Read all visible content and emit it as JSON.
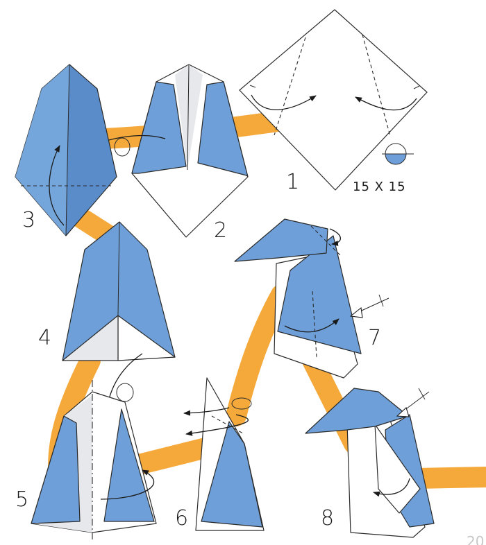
{
  "diagram": {
    "colors": {
      "path": "#f4a93a",
      "paper_blue": "#6e9fd8",
      "paper_blue_dark": "#4f84c4",
      "paper_white": "#ffffff",
      "paper_grey": "#e6e8ec"
    },
    "paper_size": "15 X 15",
    "page_number": "20",
    "steps": [
      {
        "label": "1"
      },
      {
        "label": "2"
      },
      {
        "label": "3"
      },
      {
        "label": "4"
      },
      {
        "label": "5"
      },
      {
        "label": "6"
      },
      {
        "label": "7"
      },
      {
        "label": "8"
      }
    ]
  }
}
